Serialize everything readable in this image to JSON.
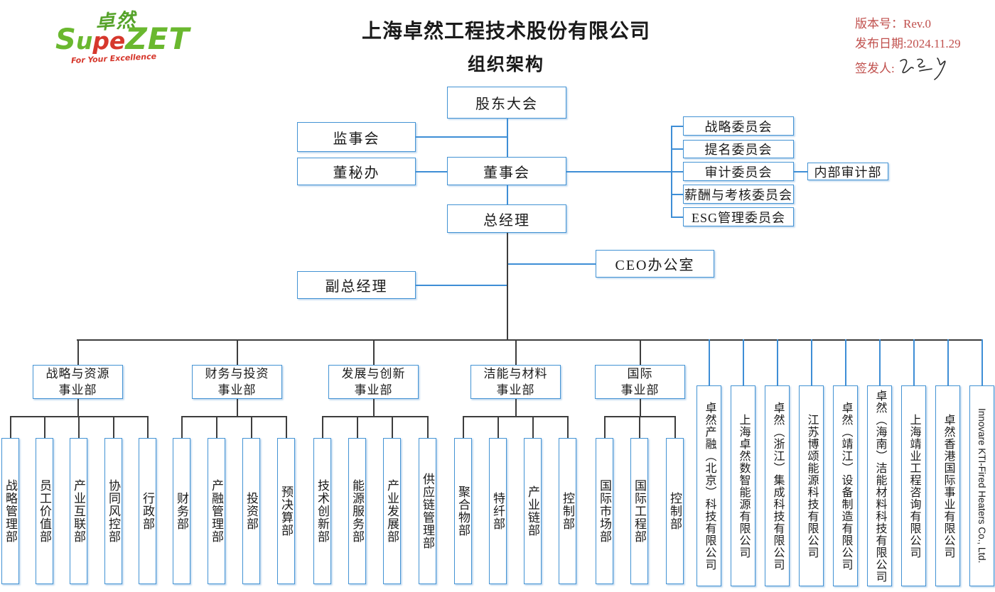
{
  "colors": {
    "accent_blue": "#4493d4",
    "line_dark": "#3d3d3d",
    "brand_green": "#6ab82f",
    "brand_red": "#d6372c",
    "meta_red": "#c0504d"
  },
  "logo": {
    "chinese": "卓然",
    "word_green_lead": "u",
    "word_initial": "S",
    "word_red": "pe",
    "word_tail": "ZET",
    "tagline": "For Your Excellence"
  },
  "header": {
    "title_line1": "上海卓然工程技术股份有限公司",
    "title_line2": "组织架构"
  },
  "meta": {
    "version": "版本号：Rev.0",
    "release_date": "发布日期:2024.11.29",
    "issuer": "签发人:"
  },
  "governance": {
    "shareholders_meeting": "股东大会",
    "supervisory_board": "监事会",
    "board_secretary_office": "董秘办",
    "board_of_directors": "董事会",
    "general_manager": "总经理",
    "ceo_office": "CEO办公室",
    "deputy_general_manager": "副总经理",
    "committees": [
      "战略委员会",
      "提名委员会",
      "审计委员会",
      "薪酬与考核委员会",
      "ESG管理委员会"
    ],
    "internal_audit": "内部审计部"
  },
  "divisions": [
    {
      "line1": "战略与资源",
      "line2": "事业部",
      "departments": [
        "战略管理部",
        "员工价值部",
        "产业互联部",
        "协同风控部",
        "行政部"
      ]
    },
    {
      "line1": "财务与投资",
      "line2": "事业部",
      "departments": [
        "财务部",
        "产融管理部",
        "投资部",
        "预决算部"
      ]
    },
    {
      "line1": "发展与创新",
      "line2": "事业部",
      "departments": [
        "技术创新部",
        "能源服务部",
        "产业发展部",
        "供应链管理部"
      ]
    },
    {
      "line1": "洁能与材料",
      "line2": "事业部",
      "departments": [
        "聚合物部",
        "特纤部",
        "产业链部",
        "控制部"
      ]
    },
    {
      "line1": "国际",
      "line2": "事业部",
      "departments": [
        "国际市场部",
        "国际工程部",
        "控制部"
      ]
    }
  ],
  "subsidiaries": [
    "卓然产融（北京）科技有限公司",
    "上海卓然数智能源有限公司",
    "卓然（浙江）集成科技有限公司",
    "江苏博颂能源科技有限公司",
    "卓然（靖江）设备制造有限公司",
    "卓然（海南）洁能材料科技有限公司",
    "上海靖业工程咨询有限公司",
    "卓然香港国际事业有限公司",
    "Innovare KTI-Fired Heaters Co., Ltd."
  ]
}
